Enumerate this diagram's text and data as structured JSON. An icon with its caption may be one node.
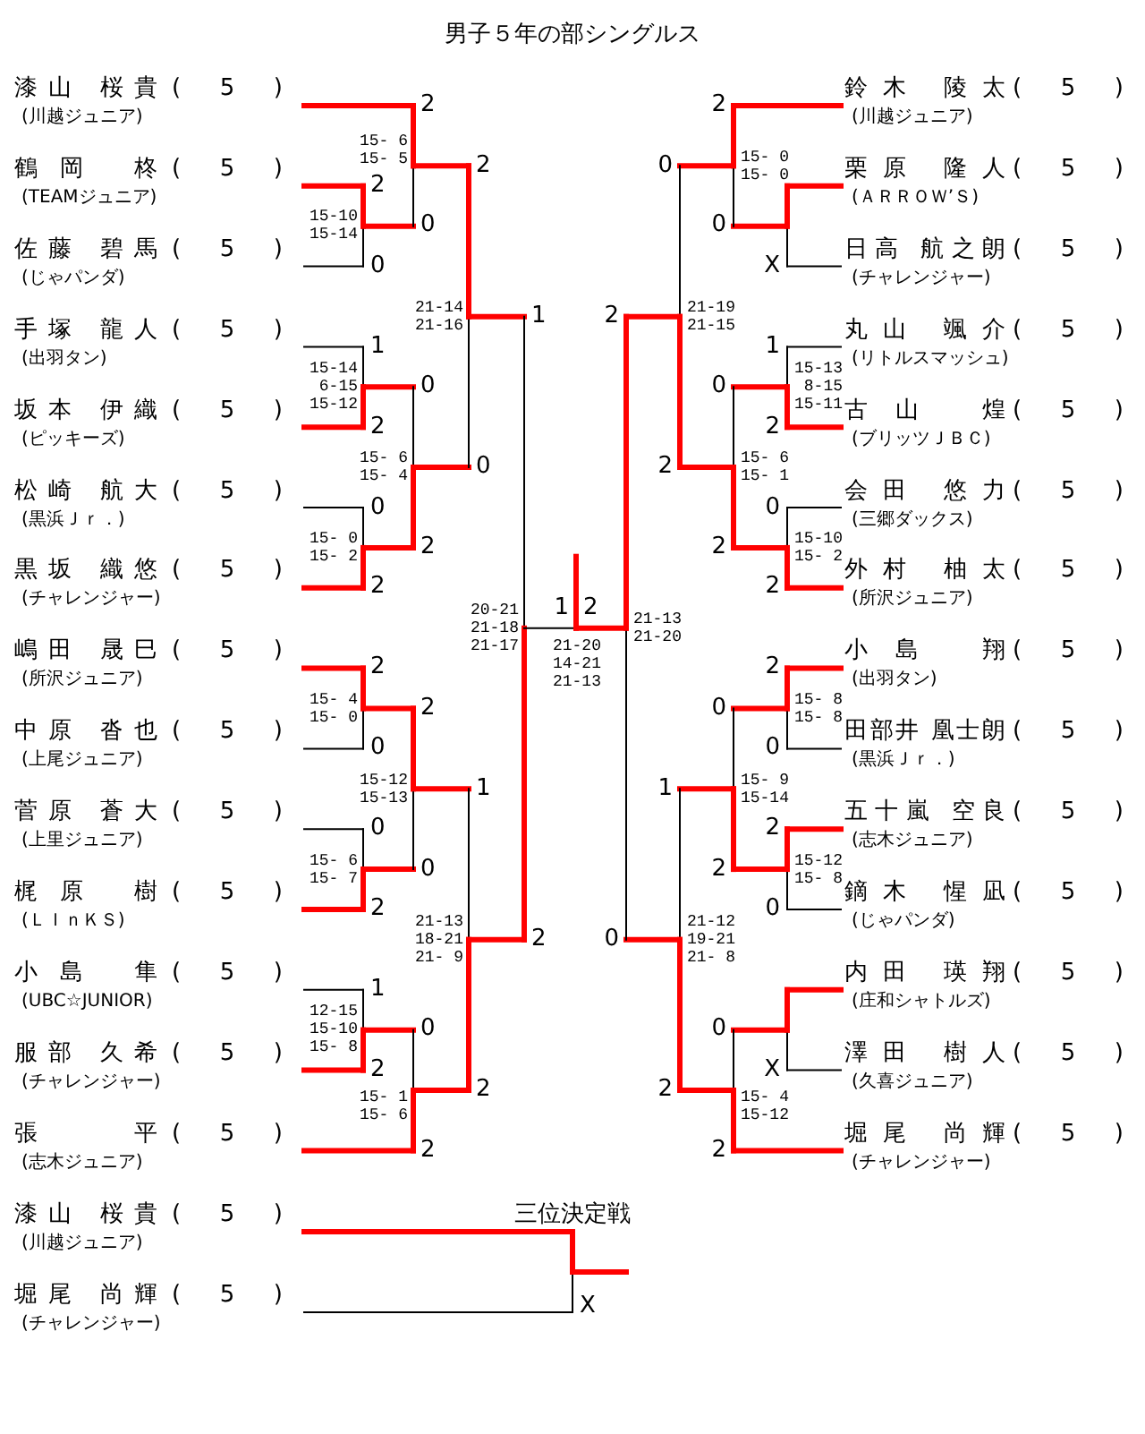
{
  "diagram": {
    "title": "男子５年の部シングルス",
    "nodes": [
      {
        "text": [
          "漆山 桜貴",
          "( 5 )",
          "(川越ジュニア)"
        ]
      },
      {
        "text": [
          "鶴岡 柊",
          "( 5 )",
          "(TEAMジュニア)"
        ]
      },
      {
        "text": [
          "佐藤 碧馬",
          "( 5 )",
          "(じゃパンダ)"
        ]
      },
      {
        "text": [
          "手塚 龍人",
          "( 5 )",
          "(出羽タン)"
        ]
      },
      {
        "text": [
          "坂本 伊織",
          "( 5 )",
          "(ピッキーズ)"
        ]
      },
      {
        "text": [
          "松崎 航大",
          "( 5 )",
          "(黒浜Ｊｒ．)"
        ]
      },
      {
        "text": [
          "黒坂 織悠",
          "( 5 )",
          "(チャレンジャー)"
        ]
      },
      {
        "text": [
          "嶋田 晟巳",
          "( 5 )",
          "(所沢ジュニア)"
        ]
      },
      {
        "text": [
          "中原 沓也",
          "( 5 )",
          "(上尾ジュニア)"
        ]
      },
      {
        "text": [
          "菅原 蒼大",
          "( 5 )",
          "(上里ジュニア)"
        ]
      },
      {
        "text": [
          "梶原 樹",
          "( 5 )",
          "(ＬＩｎＫＳ)"
        ]
      },
      {
        "text": [
          "小島 隼",
          "( 5 )",
          "(UBC☆JUNIOR)"
        ]
      },
      {
        "text": [
          "服部 久希",
          "( 5 )",
          "(チャレンジャー)"
        ]
      },
      {
        "text": [
          "張 平",
          "( 5 )",
          "(志木ジュニア)"
        ]
      },
      {
        "text": [
          "鈴木 陵太",
          "( 5 )",
          "(川越ジュニア)"
        ]
      },
      {
        "text": [
          "栗原 隆人",
          "( 5 )",
          "(ＡＲＲＯＷ’Ｓ)"
        ]
      },
      {
        "text": [
          "日高 航之朗",
          "( 5 )",
          "(チャレンジャー)"
        ]
      },
      {
        "text": [
          "丸山 颯介",
          "( 5 )",
          "(リトルスマッシュ)"
        ]
      },
      {
        "text": [
          "古山 煌",
          "( 5 )",
          "(ブリッツＪＢＣ)"
        ]
      },
      {
        "text": [
          "会田 悠力",
          "( 5 )",
          "(三郷ダックス)"
        ]
      },
      {
        "text": [
          "外村 柚太",
          "( 5 )",
          "(所沢ジュニア)"
        ]
      },
      {
        "text": [
          "小島 翔",
          "( 5 )",
          "(出羽タン)"
        ]
      },
      {
        "text": [
          "田部井 凰士朗",
          "( 5 )",
          "(黒浜Ｊｒ．)"
        ]
      },
      {
        "text": [
          "五十嵐 空良",
          "( 5 )",
          "(志木ジュニア)"
        ]
      },
      {
        "text": [
          "鏑木 惺凪",
          "( 5 )",
          "(じゃパンダ)"
        ]
      },
      {
        "text": [
          "内田 瑛翔",
          "( 5 )",
          "(庄和シャトルズ)"
        ]
      },
      {
        "text": [
          "澤田 樹人",
          "( 5 )",
          "(久喜ジュニア)"
        ]
      },
      {
        "text": [
          "堀尾 尚輝",
          "( 5 )",
          "(チャレンジャー)"
        ]
      },
      {
        "text": [
          "漆山 桜貴",
          "( 5 )",
          "(川越ジュニア)"
        ]
      },
      {
        "text": [
          "堀尾 尚輝",
          "( 5 )",
          "(チャレンジャー)"
        ]
      }
    ],
    "labels": [
      "2",
      "0",
      "15-10",
      "15-14",
      "2",
      "0",
      "15- 6",
      "15- 5",
      "1",
      "2",
      "15-14",
      "6-15",
      "15-12",
      "0",
      "2",
      "15- 0",
      "15- 2",
      "0",
      "2",
      "15- 6",
      "15- 4",
      "2",
      "0",
      "21-14",
      "21-16",
      "2",
      "0",
      "15- 4",
      "15- 0",
      "0",
      "2",
      "15- 6",
      "15- 7",
      "2",
      "0",
      "15-12",
      "15-13",
      "1",
      "2",
      "12-15",
      "15-10",
      "15- 8",
      "0",
      "2",
      "15- 1",
      "15- 6",
      "1",
      "2",
      "21-13",
      "18-21",
      "21- 9",
      "1",
      "2",
      "20-21",
      "21-18",
      "21-17",
      "X",
      "2",
      "0",
      "15- 0",
      "15- 0",
      "1",
      "2",
      "15-13",
      "8-15",
      "15-11",
      "0",
      "2",
      "15-10",
      "15- 2",
      "0",
      "2",
      "15- 6",
      "15- 1",
      "0",
      "2",
      "21-19",
      "21-15",
      "2",
      "0",
      "15- 8",
      "15- 8",
      "2",
      "0",
      "15-12",
      "15- 8",
      "0",
      "2",
      "15- 9",
      "15-14",
      "X",
      "0",
      "2",
      "15- 4",
      "15-12",
      "1",
      "2",
      "21-12",
      "19-21",
      "21- 8",
      "2",
      "0",
      "21-13",
      "21-20",
      "1",
      "2",
      "21-20",
      "14-21",
      "21-13",
      "三位決定戦",
      "X"
    ]
  }
}
